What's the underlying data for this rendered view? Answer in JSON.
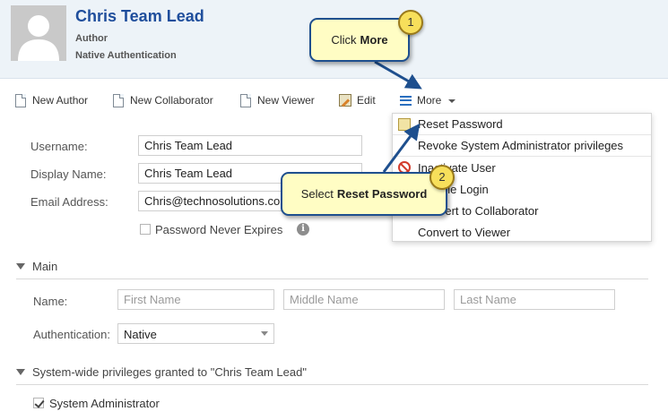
{
  "profile": {
    "name": "Chris Team Lead",
    "role": "Author",
    "auth": "Native Authentication"
  },
  "toolbar": {
    "new_author": "New Author",
    "new_collaborator": "New Collaborator",
    "new_viewer": "New Viewer",
    "edit": "Edit",
    "more": "More"
  },
  "account": {
    "username_label": "Username:",
    "username_value": "Chris Team Lead",
    "display_label": "Display Name:",
    "display_value": "Chris Team Lead",
    "email_label": "Email Address:",
    "email_value": "Chris@technosolutions.com",
    "password_never_expires": "Password Never Expires"
  },
  "main": {
    "title": "Main",
    "name_label": "Name:",
    "first_placeholder": "First Name",
    "middle_placeholder": "Middle Name",
    "last_placeholder": "Last Name",
    "auth_label": "Authentication:",
    "auth_value": "Native"
  },
  "privileges": {
    "title": "System-wide privileges granted to \"Chris Team Lead\"",
    "system_admin": "System Administrator"
  },
  "more_menu": {
    "items": [
      "Reset Password",
      "Revoke System Administrator privileges",
      "Inactivate User",
      "Disable Login",
      "Convert to Collaborator",
      "Convert to Viewer"
    ]
  },
  "callouts": {
    "step1_text": "Click",
    "step1_bold": "More",
    "step1_number": "1",
    "step2_text": "Select",
    "step2_bold": "Reset Password",
    "step2_number": "2"
  },
  "colors": {
    "header_bg": "#edf3f8",
    "name_blue": "#1f4e9c",
    "callout_bg": "#fffdc4",
    "callout_border": "#1e4f8e",
    "badge": "#f7df5b"
  }
}
